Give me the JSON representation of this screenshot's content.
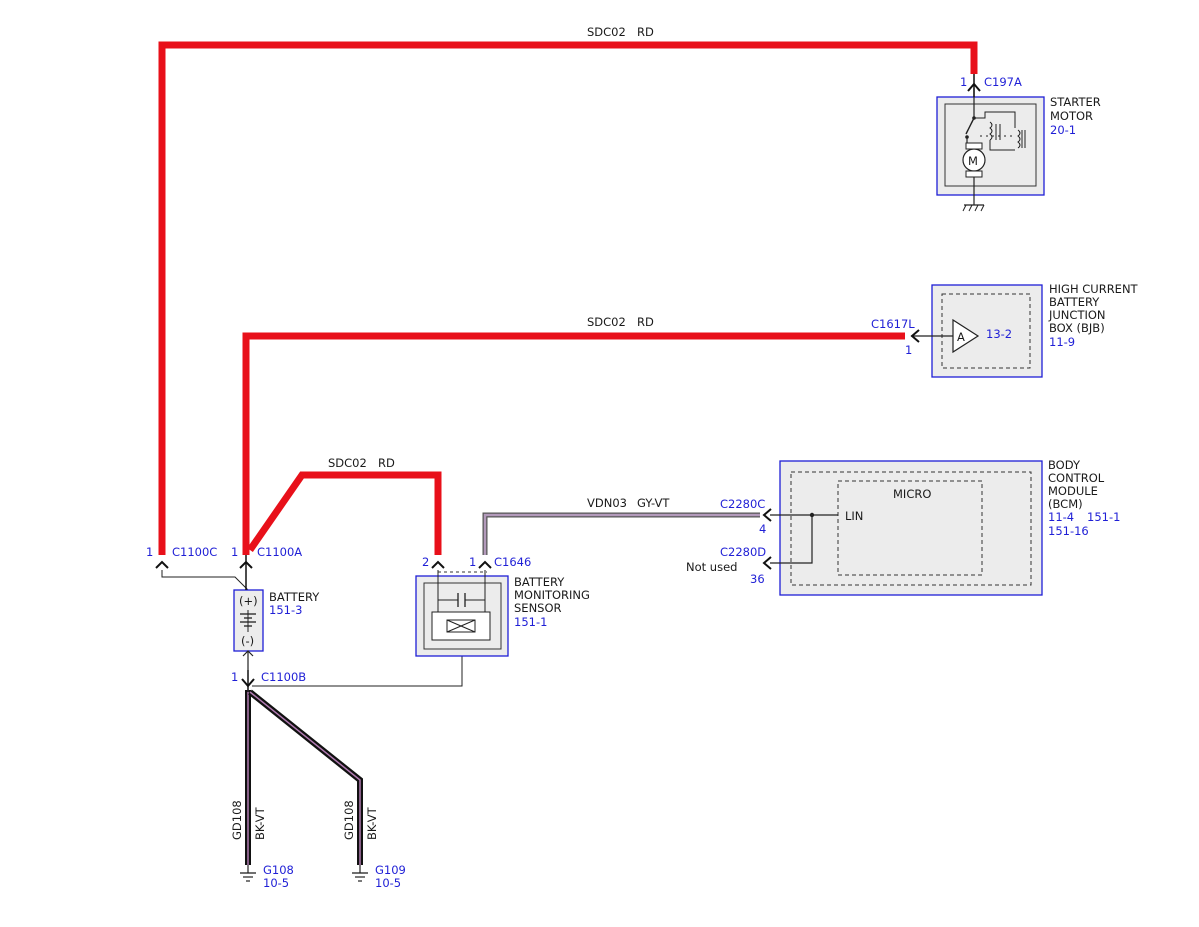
{
  "colors": {
    "red_wire": "#e8101a",
    "violet_wire": "#9b7fa3",
    "bk_vt_core": "#111111",
    "bk_vt_stripe": "#b07ab0",
    "blue": "#1f1fd6",
    "box_fill": "#ececec"
  },
  "wires": {
    "starter_feed": {
      "circuit": "SDC02",
      "color": "RD"
    },
    "bjb_feed": {
      "circuit": "SDC02",
      "color": "RD"
    },
    "bms_feed": {
      "circuit": "SDC02",
      "color": "RD"
    },
    "lin": {
      "circuit": "VDN03",
      "color": "GY-VT"
    },
    "ground_a": {
      "circuit": "GD108",
      "color": "BK-VT"
    },
    "ground_b": {
      "circuit": "GD108",
      "color": "BK-VT"
    }
  },
  "connectors": {
    "c197a": {
      "name": "C197A",
      "pin": "1"
    },
    "c1617l": {
      "name": "C1617L",
      "pin": "1"
    },
    "c1100c": {
      "name": "C1100C",
      "pin": "1"
    },
    "c1100a": {
      "name": "C1100A",
      "pin": "1"
    },
    "c1100b": {
      "name": "C1100B",
      "pin": "1"
    },
    "c1646": {
      "name": "C1646",
      "pin_2": "2",
      "pin_1": "1"
    },
    "c2280c": {
      "name": "C2280C",
      "pin": "4"
    },
    "c2280d": {
      "name": "C2280D",
      "pin": "36",
      "note": "Not used"
    }
  },
  "components": {
    "starter": {
      "line1": "STARTER",
      "line2": "MOTOR",
      "ref": "20-1",
      "motor_symbol": "M"
    },
    "bjb": {
      "line1": "HIGH CURRENT",
      "line2": "BATTERY",
      "line3": "JUNCTION",
      "line4": "BOX (BJB)",
      "ref": "11-9",
      "fuse_label": "A",
      "fuse_ref": "13-2"
    },
    "bcm": {
      "line1": "BODY",
      "line2": "CONTROL",
      "line3": "MODULE",
      "line4": "(BCM)",
      "ref1": "11-4",
      "ref2": "151-1",
      "ref3": "151-16",
      "micro": "MICRO",
      "lin": "LIN"
    },
    "battery": {
      "label": "BATTERY",
      "ref": "151-3",
      "plus": "(+)",
      "minus": "(-)"
    },
    "bms": {
      "line1": "BATTERY",
      "line2": "MONITORING",
      "line3": "SENSOR",
      "ref": "151-1"
    }
  },
  "grounds": {
    "g108": {
      "name": "G108",
      "ref": "10-5"
    },
    "g109": {
      "name": "G109",
      "ref": "10-5"
    }
  }
}
